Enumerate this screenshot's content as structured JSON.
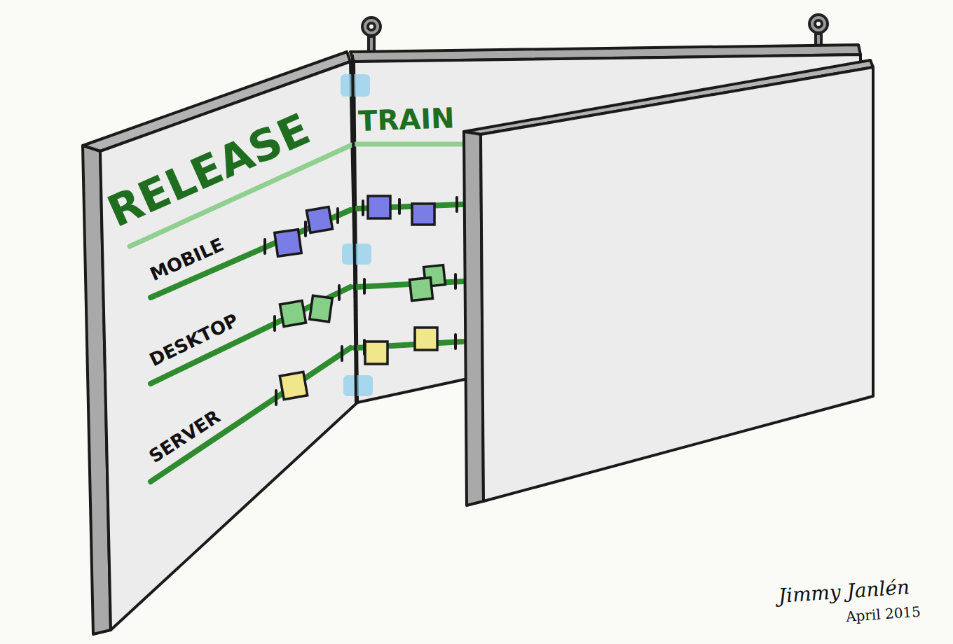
{
  "diagram": {
    "labels": [
      "RELEASE",
      "TRAIN",
      "MOBILE",
      "DESKTOP",
      "SERVER",
      "Jimmy Janlén",
      "April 2015"
    ]
  }
}
